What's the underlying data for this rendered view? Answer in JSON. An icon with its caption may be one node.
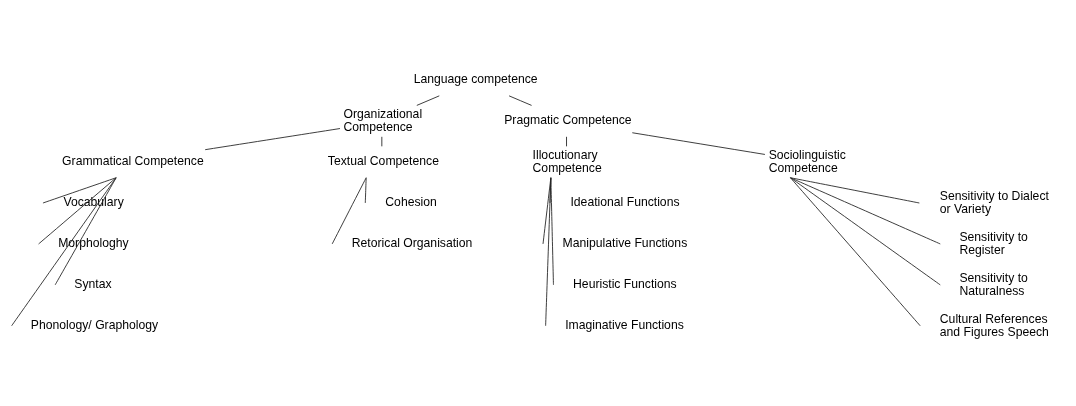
{
  "diagram": {
    "nodes": [
      {
        "text": [
          "Language competence"
        ]
      },
      {
        "text": [
          "Organizational Competence"
        ]
      },
      {
        "text": [
          "Pragmatic Competence"
        ]
      },
      {
        "text": [
          "Grammatical Competence"
        ]
      },
      {
        "text": [
          "Textual Competence"
        ]
      },
      {
        "text": [
          "Illocutionary Competence"
        ]
      },
      {
        "text": [
          "Sociolinguistic Competence"
        ]
      },
      {
        "text": [
          "Vocabulary"
        ]
      },
      {
        "text": [
          "Morphologhy"
        ]
      },
      {
        "text": [
          "Syntax"
        ]
      },
      {
        "text": [
          "Phonology/ Graphology"
        ]
      },
      {
        "text": [
          "Cohesion"
        ]
      },
      {
        "text": [
          "Retorical Organisation"
        ]
      },
      {
        "text": [
          "Ideational Functions"
        ]
      },
      {
        "text": [
          "Manipulative Functions"
        ]
      },
      {
        "text": [
          "Heuristic Functions"
        ]
      },
      {
        "text": [
          "Imaginative Functions"
        ]
      },
      {
        "text": [
          "Sensitivity to Dialect or Variety"
        ]
      },
      {
        "text": [
          "Sensitivity to Register"
        ]
      },
      {
        "text": [
          "Sensitivity to Naturalness"
        ]
      },
      {
        "text": [
          "Cultural References and Figures Speech"
        ]
      }
    ],
    "edges": [
      {
        "from": 0,
        "to": 1,
        "arrow": "none"
      },
      {
        "from": 0,
        "to": 2,
        "arrow": "none"
      },
      {
        "from": 1,
        "to": 3,
        "arrow": "none"
      },
      {
        "from": 1,
        "to": 4,
        "arrow": "none"
      },
      {
        "from": 2,
        "to": 5,
        "arrow": "none"
      },
      {
        "from": 2,
        "to": 6,
        "arrow": "none"
      },
      {
        "from": 3,
        "to": 7,
        "arrow": "none"
      },
      {
        "from": 3,
        "to": 8,
        "arrow": "none"
      },
      {
        "from": 3,
        "to": 9,
        "arrow": "none"
      },
      {
        "from": 3,
        "to": 10,
        "arrow": "none"
      },
      {
        "from": 4,
        "to": 11,
        "arrow": "none"
      },
      {
        "from": 4,
        "to": 12,
        "arrow": "none"
      },
      {
        "from": 5,
        "to": 13,
        "arrow": "none"
      },
      {
        "from": 5,
        "to": 14,
        "arrow": "none"
      },
      {
        "from": 5,
        "to": 15,
        "arrow": "none"
      },
      {
        "from": 5,
        "to": 16,
        "arrow": "none"
      },
      {
        "from": 6,
        "to": 17,
        "arrow": "none"
      },
      {
        "from": 6,
        "to": 18,
        "arrow": "none"
      },
      {
        "from": 6,
        "to": 19,
        "arrow": "none"
      },
      {
        "from": 6,
        "to": 20,
        "arrow": "none"
      }
    ]
  }
}
